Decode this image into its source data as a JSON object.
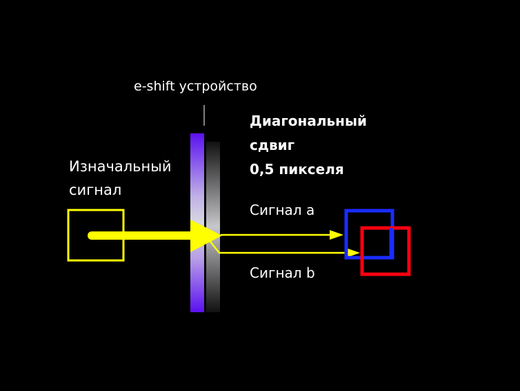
{
  "device_label": "e-shift устройство",
  "original_signal": [
    "Изначальный",
    "сигнал"
  ],
  "heading": [
    "Диагональный",
    "сдвиг",
    "0,5 пикселя"
  ],
  "signal_a": "Сигнал a",
  "signal_b": "Сигнал b",
  "colors": {
    "beam": "#ffff00",
    "signal_a_box": "#1a2cff",
    "signal_b_box": "#ff0010",
    "device": "#6a1ff0"
  }
}
